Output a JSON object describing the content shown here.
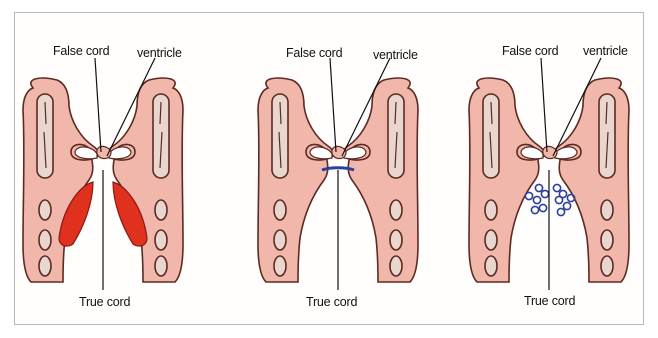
{
  "colors": {
    "tissue": "#f2b7ab",
    "tissue_edge": "#5c2a22",
    "cartilage": "#e8d6cf",
    "muscle_red": "#e0301e",
    "blue_edema": "#2c3f9e",
    "leader": "#111111"
  },
  "panels": [
    {
      "id": "normal",
      "labels": {
        "false_cord": "False cord",
        "ventricle": "ventricle",
        "true_cord": "True cord"
      },
      "features": {
        "muscle_highlight": true,
        "blue_line": false,
        "blue_cluster": false
      }
    },
    {
      "id": "middle",
      "labels": {
        "false_cord": "False cord",
        "ventricle": "ventricle",
        "true_cord": "True cord"
      },
      "features": {
        "muscle_highlight": false,
        "blue_line": true,
        "blue_cluster": false
      }
    },
    {
      "id": "right",
      "labels": {
        "false_cord": "False cord",
        "ventricle": "ventricle",
        "true_cord": "True cord"
      },
      "features": {
        "muscle_highlight": false,
        "blue_line": false,
        "blue_cluster": true
      }
    }
  ]
}
